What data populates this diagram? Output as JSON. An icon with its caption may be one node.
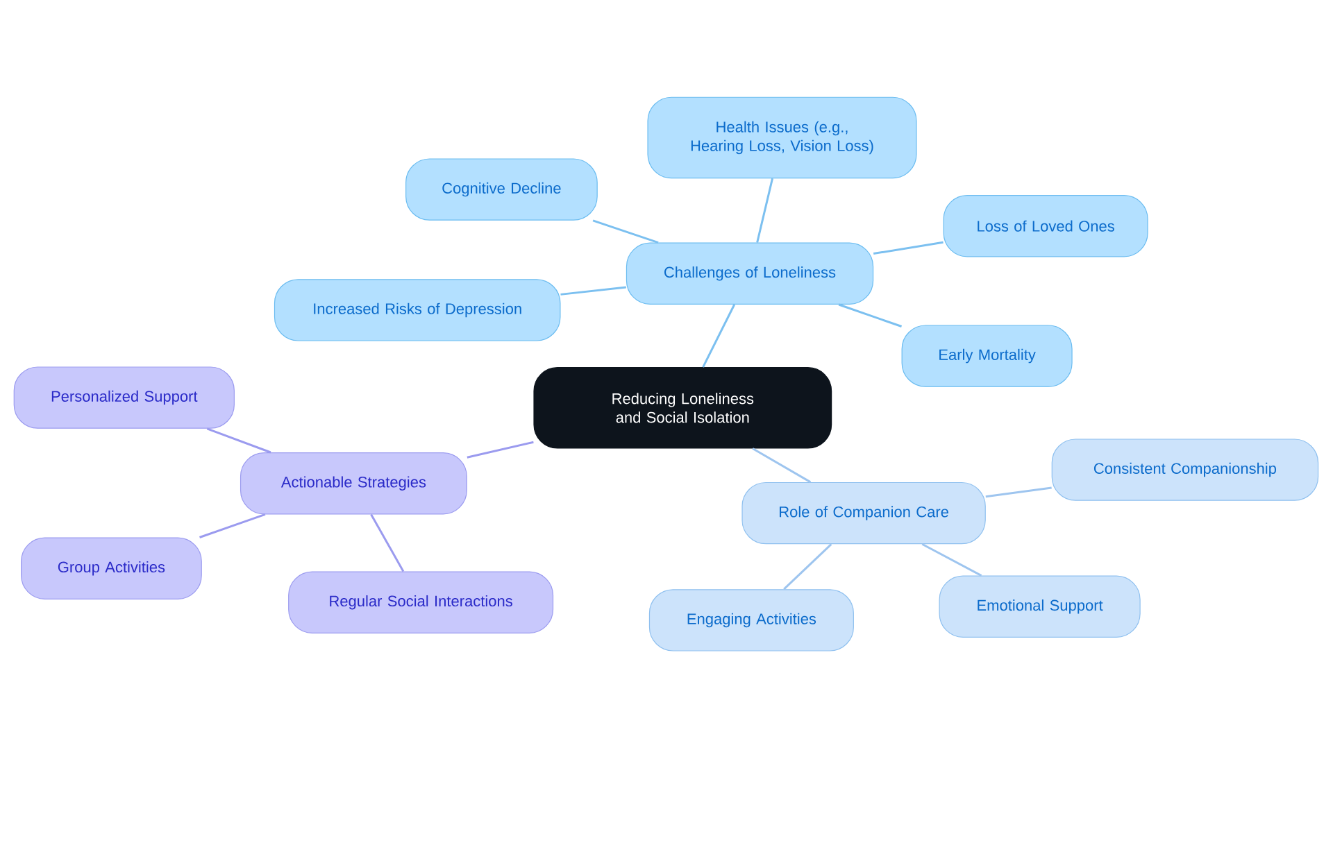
{
  "diagram": {
    "nodes": [
      {
        "text": [
          "Reducing Loneliness and Social Isolation"
        ]
      },
      {
        "text": [
          "Challenges of Loneliness"
        ]
      },
      {
        "text": [
          "Health Issues (e.g., Hearing Loss, Vision Loss)"
        ]
      },
      {
        "text": [
          "Cognitive Decline"
        ]
      },
      {
        "text": [
          "Loss of Loved Ones"
        ]
      },
      {
        "text": [
          "Increased Risks of Depression"
        ]
      },
      {
        "text": [
          "Early Mortality"
        ]
      },
      {
        "text": [
          "Actionable Strategies"
        ]
      },
      {
        "text": [
          "Personalized Support"
        ]
      },
      {
        "text": [
          "Group Activities"
        ]
      },
      {
        "text": [
          "Regular Social Interactions"
        ]
      },
      {
        "text": [
          "Role of Companion Care"
        ]
      },
      {
        "text": [
          "Consistent Companionship"
        ]
      },
      {
        "text": [
          "Engaging Activities"
        ]
      },
      {
        "text": [
          "Emotional Support"
        ]
      }
    ],
    "edges": [
      {
        "from": 0,
        "to": 1,
        "arrow": "none"
      },
      {
        "from": 1,
        "to": 2,
        "arrow": "none"
      },
      {
        "from": 1,
        "to": 3,
        "arrow": "none"
      },
      {
        "from": 1,
        "to": 4,
        "arrow": "none"
      },
      {
        "from": 1,
        "to": 5,
        "arrow": "none"
      },
      {
        "from": 1,
        "to": 6,
        "arrow": "none"
      },
      {
        "from": 0,
        "to": 7,
        "arrow": "none",
        "color": "#9b9bef"
      },
      {
        "from": 7,
        "to": 8,
        "arrow": "none",
        "color": "#9b9bef"
      },
      {
        "from": 7,
        "to": 9,
        "arrow": "none",
        "color": "#9b9bef"
      },
      {
        "from": 7,
        "to": 10,
        "arrow": "none",
        "color": "#9b9bef"
      },
      {
        "from": 0,
        "to": 11,
        "arrow": "none",
        "color": "#9ec5ef"
      },
      {
        "from": 11,
        "to": 12,
        "arrow": "none",
        "color": "#9ec5ef"
      },
      {
        "from": 11,
        "to": 13,
        "arrow": "none",
        "color": "#9ec5ef"
      },
      {
        "from": 11,
        "to": 14,
        "arrow": "none",
        "color": "#9ec5ef"
      }
    ]
  }
}
